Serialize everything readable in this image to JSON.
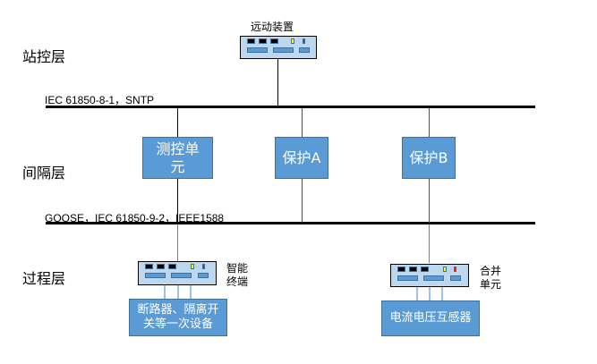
{
  "diagram": {
    "layers": {
      "station": "站控层",
      "bay": "间隔层",
      "process": "过程层"
    },
    "buses": {
      "station_bus_protocol": "IEC 61850-8-1，SNTP",
      "process_bus_protocol": "GOOSE，IEC 61850-9-2，IEEE1588"
    },
    "devices": {
      "telecontrol": {
        "label": "远动装置"
      },
      "smart_terminal": {
        "label_line1": "智能",
        "label_line2": "终端"
      },
      "merging_unit": {
        "label_line1": "合并",
        "label_line2": "单元"
      }
    },
    "ieds": {
      "measure_control": {
        "line1": "测控单",
        "line2": "元"
      },
      "protection_a": {
        "label": "保护A"
      },
      "protection_b": {
        "label": "保护B"
      }
    },
    "primary": {
      "switchgear": {
        "line1": "断路器、隔离开",
        "line2": "关等一次设备"
      },
      "transformer": {
        "label": "电流电压互感器"
      }
    },
    "colors": {
      "box_fill": "#5b9bd5",
      "box_border": "#41719c",
      "device_fill": "#bdd7ee",
      "led_yellow": "#ffff00",
      "led_red": "#ff0000",
      "bus": "#000000"
    }
  }
}
